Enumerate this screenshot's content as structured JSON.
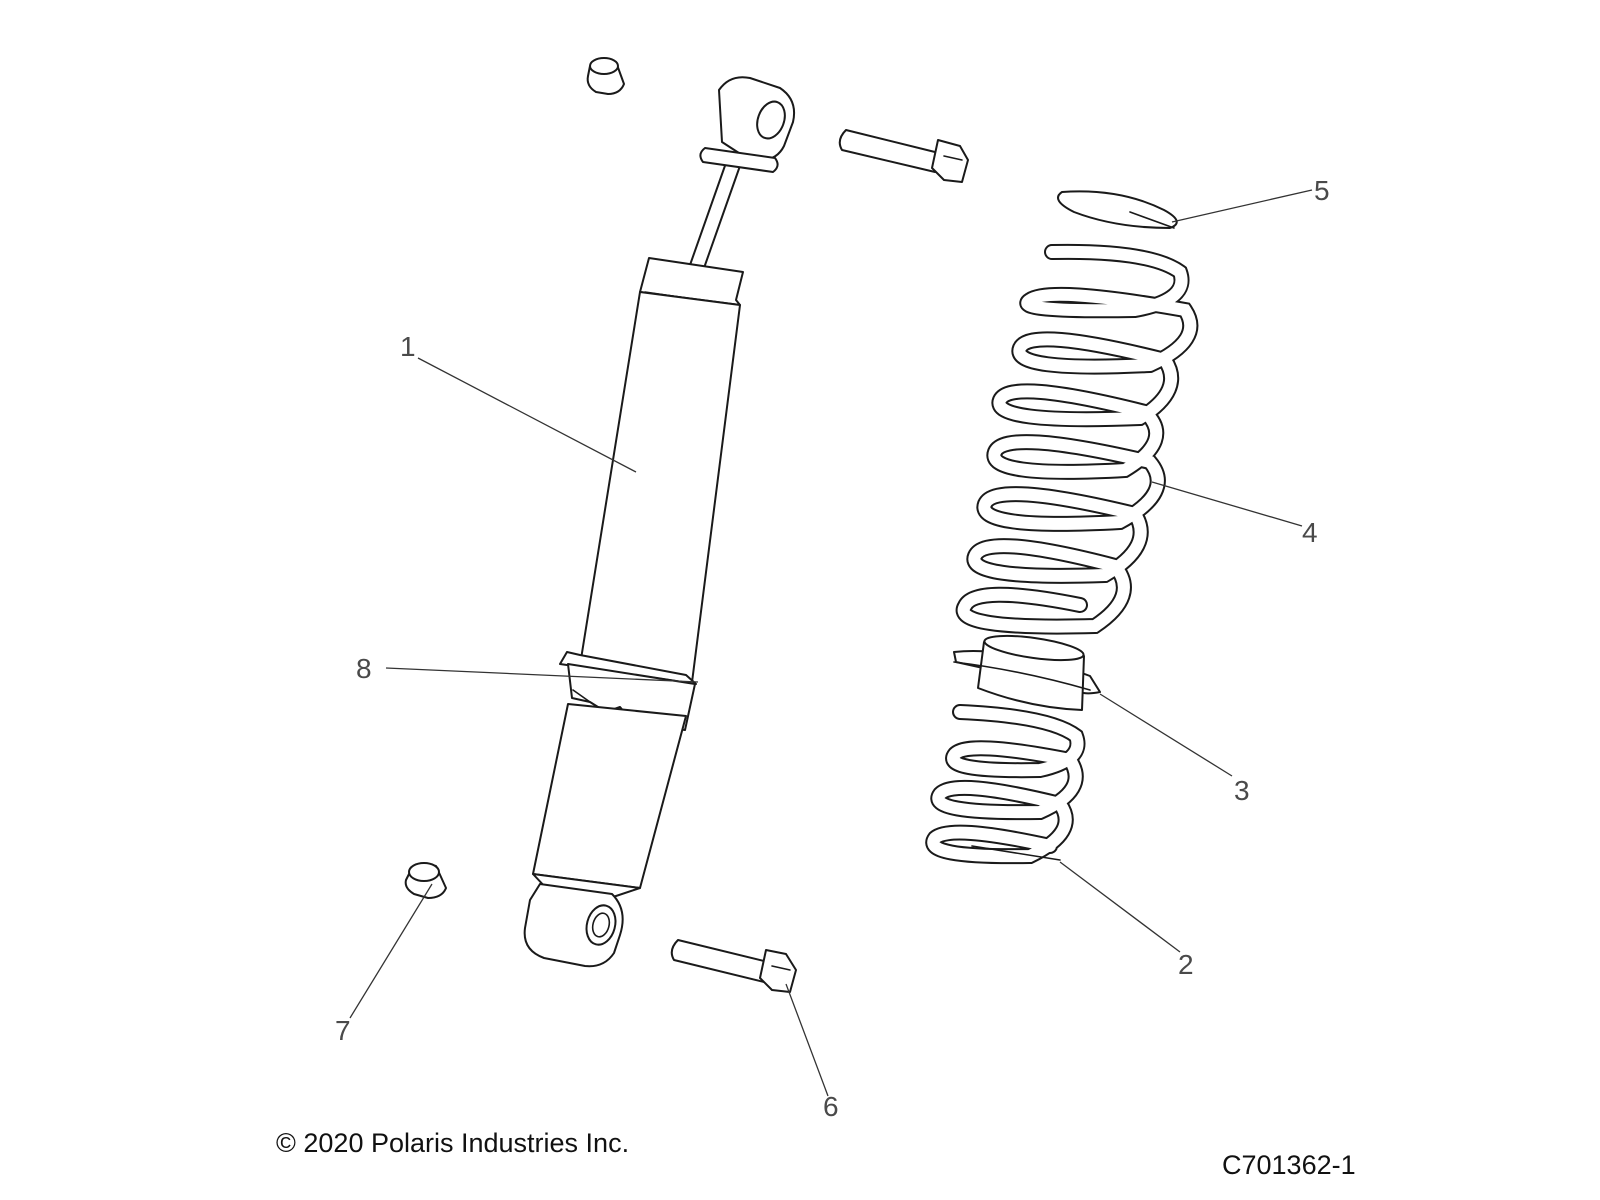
{
  "diagram": {
    "callouts": [
      "1",
      "2",
      "3",
      "4",
      "5",
      "6",
      "7",
      "8"
    ],
    "copyright": "© 2020 Polaris Industries Inc.",
    "drawing_number": "C701362-1"
  }
}
